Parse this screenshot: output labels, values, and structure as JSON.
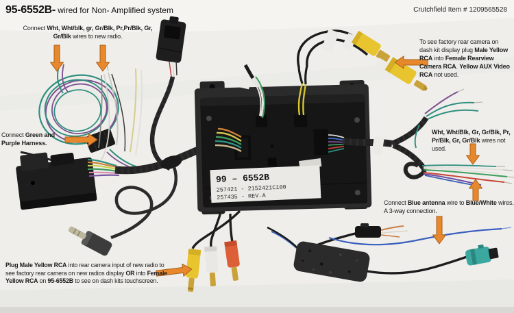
{
  "header": {
    "model_bold": "95-6552B-",
    "model_rest": " wired for Non- Amplified system",
    "item_label": "Crutchfield Item # 1209565528"
  },
  "module_label": {
    "line1": "99 – 6552B",
    "line2": "257421 - 2152421C100",
    "line3": "257435 - REV.A"
  },
  "annotations": {
    "radio_wires": {
      "segments": [
        {
          "text": "Connect ",
          "bold": false
        },
        {
          "text": "Wht, Wht/blk, gr, Gr/Blk, Pr,Pr/Blk, Gr, Gr/Blk",
          "bold": true
        },
        {
          "text": " wires to new radio.",
          "bold": false
        }
      ]
    },
    "green_purple": {
      "segments": [
        {
          "text": "Connect ",
          "bold": false
        },
        {
          "text": "Green and Purple Harness.",
          "bold": true
        }
      ]
    },
    "rear_camera": {
      "segments": [
        {
          "text": "To see factory rear camera on dash kit display plug ",
          "bold": false
        },
        {
          "text": "Male Yellow RCA",
          "bold": true
        },
        {
          "text": " into ",
          "bold": false
        },
        {
          "text": "Female Rearview Camera RCA",
          "bold": true
        },
        {
          "text": ". ",
          "bold": false
        },
        {
          "text": "Yellow AUX Video RCA",
          "bold": true
        },
        {
          "text": " not used.",
          "bold": false
        }
      ]
    },
    "wires_not_used": {
      "segments": [
        {
          "text": "Wht, Wht/Blk, Gr, Gr/Blk, Pr, Pr/Blk, Gr, Gr/Blk",
          "bold": true
        },
        {
          "text": " wires not used.",
          "bold": false
        }
      ]
    },
    "blue_antenna": {
      "segments": [
        {
          "text": "Connect ",
          "bold": false
        },
        {
          "text": "Blue antenna",
          "bold": true
        },
        {
          "text": " wire to ",
          "bold": false
        },
        {
          "text": "Blue/White",
          "bold": true
        },
        {
          "text": " wires. A 3-way connection.",
          "bold": false
        }
      ]
    },
    "yellow_rca": {
      "segments": [
        {
          "text": "Plug Male Yellow RCA",
          "bold": true
        },
        {
          "text": " into rear camera input of new radio to see factory rear camera on new radios display ",
          "bold": false
        },
        {
          "text": "OR",
          "bold": true
        },
        {
          "text": " into ",
          "bold": false
        },
        {
          "text": "Female Yellow RCA",
          "bold": true
        },
        {
          "text": " on ",
          "bold": false
        },
        {
          "text": "95-6552B",
          "bold": true
        },
        {
          "text": " to see on dash kits touchscreen.",
          "bold": false
        }
      ]
    }
  },
  "colors": {
    "background": "#EFEEEA",
    "callout_arrow": "#E8882C",
    "arrow_outline": "#A85E1A",
    "wire_green": "#2E8F7E",
    "wire_purple": "#7E4F92",
    "wire_blue": "#3A5FC0",
    "rca_yellow": "#E8C42F",
    "rca_white": "#EAE8E4",
    "rca_red": "#DC5F38",
    "fakra_teal": "#3BA8A0",
    "module_black": "#161616",
    "label_bg": "#EAE9E5"
  }
}
